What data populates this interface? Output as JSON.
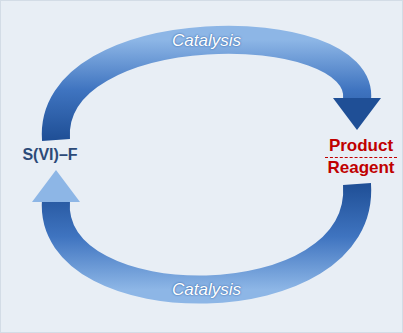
{
  "diagram": {
    "nodes": [
      {
        "text": [
          "S(VI)–F"
        ]
      },
      {
        "text": [
          "Product",
          "Reagent"
        ]
      }
    ],
    "edges": [
      {
        "from": 0,
        "to": 1,
        "arrow": "to",
        "label": "Catalysis"
      },
      {
        "from": 1,
        "to": 0,
        "arrow": "to",
        "label": "Catalysis"
      }
    ]
  }
}
